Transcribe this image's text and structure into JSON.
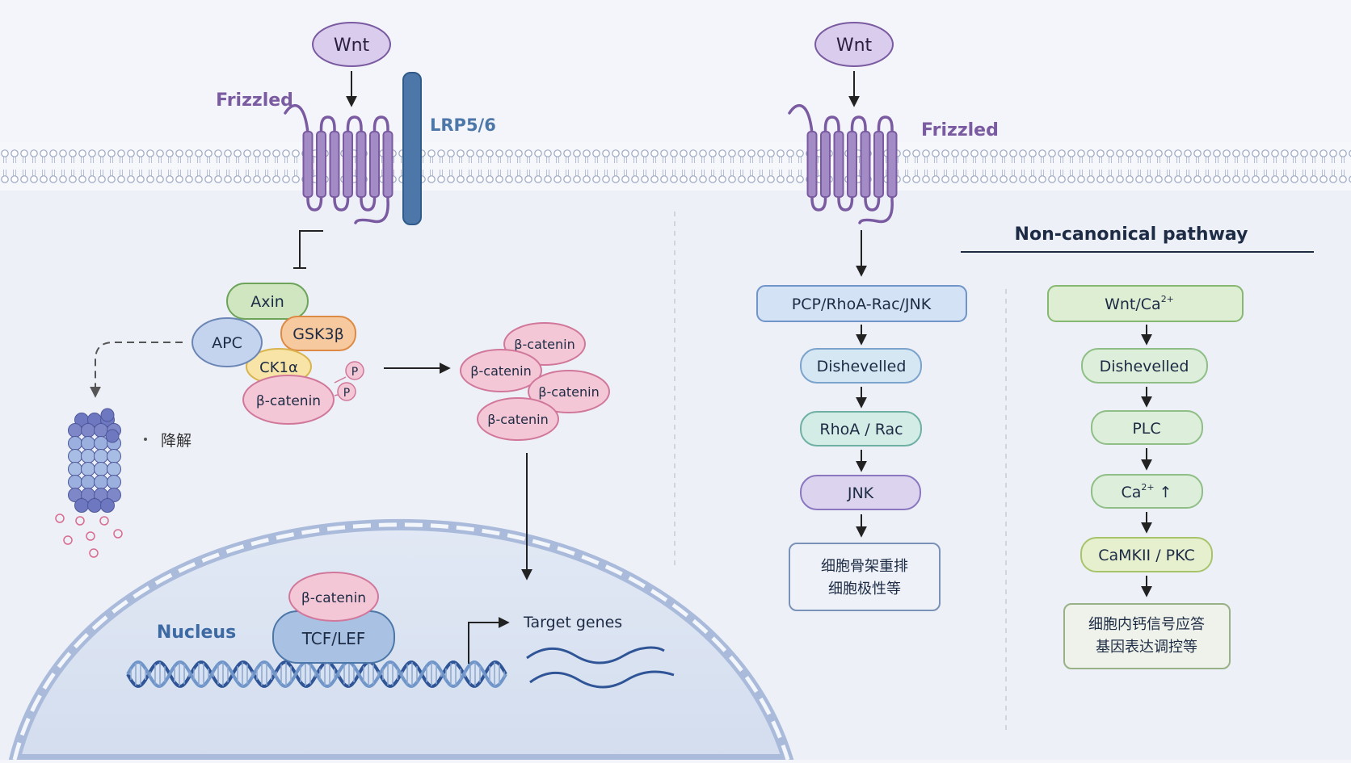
{
  "canonical": {
    "wnt": "Wnt",
    "frizzled": "Frizzled",
    "lrp": "LRP5/6",
    "axin": "Axin",
    "apc": "APC",
    "gsk3b": "GSK3β",
    "ck1a": "CK1α",
    "bcatenin_complex": "β-catenin",
    "phospho": "P",
    "degradation": "降解",
    "free_bcatenin": [
      "β-catenin",
      "β-catenin",
      "β-catenin",
      "β-catenin"
    ],
    "nucleus": "Nucleus",
    "nuclear_bcatenin": "β-catenin",
    "tcf": "TCF/LEF",
    "target_genes": "Target genes"
  },
  "noncanonical": {
    "wnt": "Wnt",
    "frizzled": "Frizzled",
    "title": "Non-canonical pathway",
    "pcp": {
      "nodes": [
        "PCP/RhoA-Rac/JNK",
        "Dishevelled",
        "RhoA / Rac",
        "JNK"
      ],
      "outcome": [
        "细胞骨架重排",
        "细胞极性等"
      ]
    },
    "ca": {
      "head": "Wnt/Ca",
      "head_sup": "2+",
      "dishevelled": "Dishevelled",
      "plc": "PLC",
      "ca_base": "Ca",
      "ca_sup": "2+",
      "ca_arrow": "↑",
      "camkii": "CaMKII / PKC",
      "outcome": [
        "细胞内钙信号应答",
        "基因表达调控等"
      ]
    }
  },
  "colors": {
    "membrane": "#9aa6c4",
    "frizzled": "#7a5aa0",
    "lrp": "#4d77a8",
    "wnt_fill": "#d9ccec",
    "bcatenin_fill": "#f4c7d6",
    "pcp_fill": "#d4e2f5",
    "ca_fill": "#ddeed3"
  }
}
